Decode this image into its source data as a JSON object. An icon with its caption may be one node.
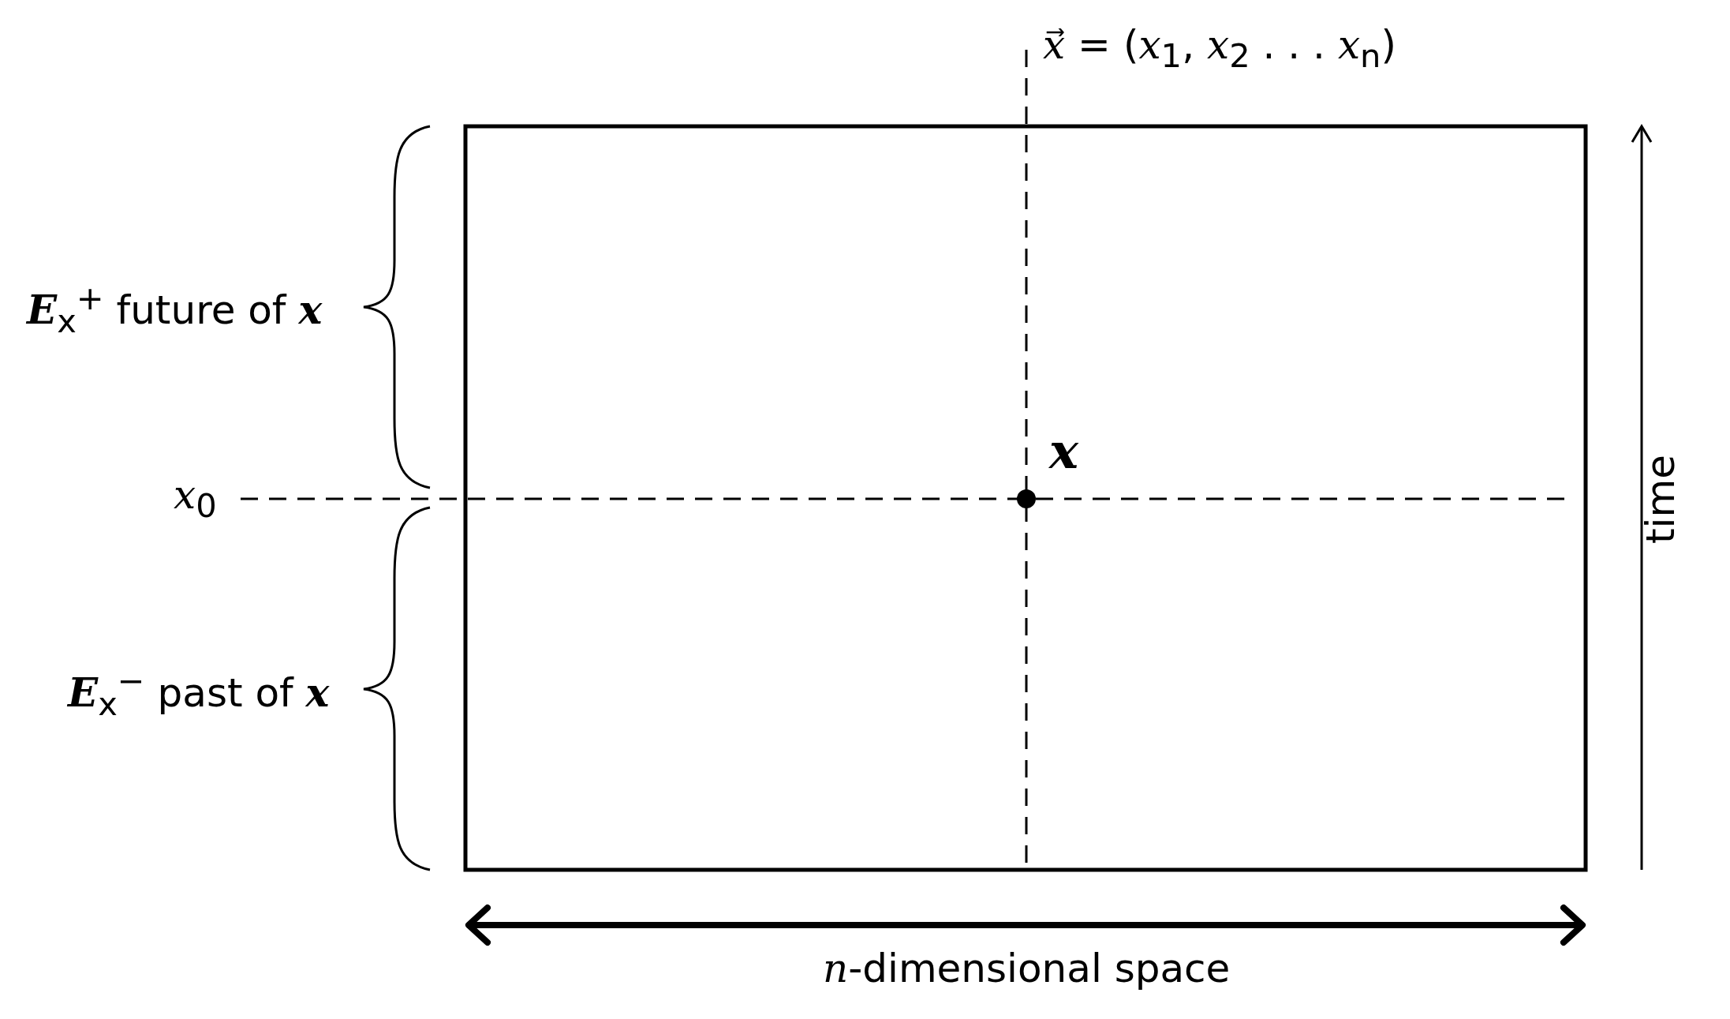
{
  "diagram": {
    "labels": [
      "*x*⃗ = (*x*$_{1}$, *x*$_{2}$ . . . *x*$_{n}$)",
      "x",
      "*x*$_{0}$",
      "**E**$_{x}$$^{+}$ future of **x**",
      "**E**$_{x}$$^{−}$ past of **x**",
      "time",
      "*n*-dimensional space"
    ]
  }
}
